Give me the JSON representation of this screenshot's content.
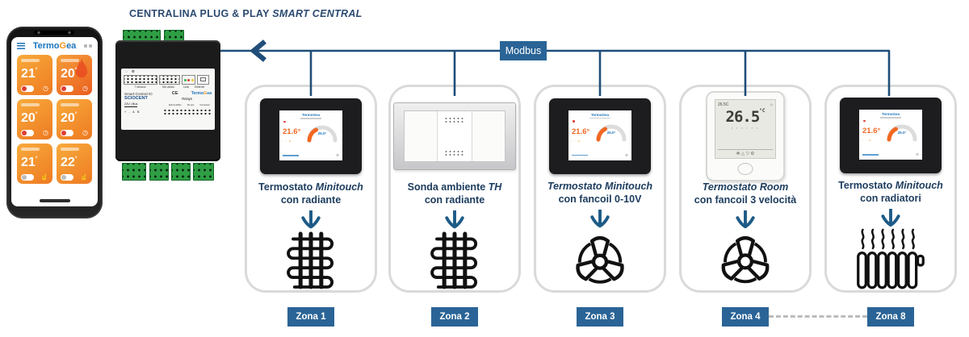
{
  "title": {
    "main": "CENTRALINA PLUG & PLAY",
    "italic": "SMART CENTRAL"
  },
  "modbus": "Modbus",
  "brand": {
    "t": "Termo",
    "g": "G",
    "ea": "ea"
  },
  "phone": {
    "tiles": [
      {
        "temp": "21"
      },
      {
        "temp": "20"
      },
      {
        "temp": "20"
      },
      {
        "temp": "20"
      },
      {
        "temp": "21"
      },
      {
        "temp": "22"
      }
    ]
  },
  "icons": {
    "clock": "◷",
    "hand": "☝",
    "gear": "⚙",
    "power": "◌ ⚙",
    "deg": "°",
    "mt_row": "◦ ◦ ▸",
    "rm_home": "⌂",
    "rm_seg": "▪ ▪ ▪ ▪ ▪ ▪",
    "rm_btns": "✻ △ ▽ ⚙"
  },
  "controller": {
    "ext_group": "EXT  2  1",
    "mix_group": "G  2  1",
    "labels": {
      "t_sensors": "T sensors",
      "mix_valves": "Mix valves",
      "leds": "Leds",
      "ethernet": "Ethernet"
    },
    "name": "Smart-Central IO",
    "ce": "CE",
    "code": "SCIOCENT",
    "relays": "Relays",
    "bus": "24V | Bus",
    "bus_pins": "+ -  A B",
    "relay_groups": {
      "g1": "Dehumidifier",
      "g2": "Pumps",
      "g3": "Generator"
    }
  },
  "minitouch_screen": {
    "brand": "TermoGea",
    "temp": "21.6°",
    "set": "25.0°"
  },
  "room_screen": {
    "small": "26.5C",
    "big": "26.5",
    "unit": "°C"
  },
  "zones": [
    {
      "l1a": "Termostato ",
      "l1b": "Minitouch",
      "l2": "con radiante",
      "zona": "Zona 1"
    },
    {
      "l1a": "Sonda ambiente ",
      "l1b": "TH",
      "l2": "con radiante",
      "zona": "Zona 2"
    },
    {
      "l1a": "",
      "l1b": "Termostato Minitouch",
      "l2": "con fancoil 0-10V",
      "zona": "Zona 3"
    },
    {
      "l1a": "",
      "l1b": "Termostato Room",
      "l2": "con fancoil 3 velocità",
      "zona": "Zona 4"
    },
    {
      "l1a": "Termostato ",
      "l1b": "Minitouch",
      "l2": "con radiatori",
      "zona": "Zona 8"
    }
  ]
}
